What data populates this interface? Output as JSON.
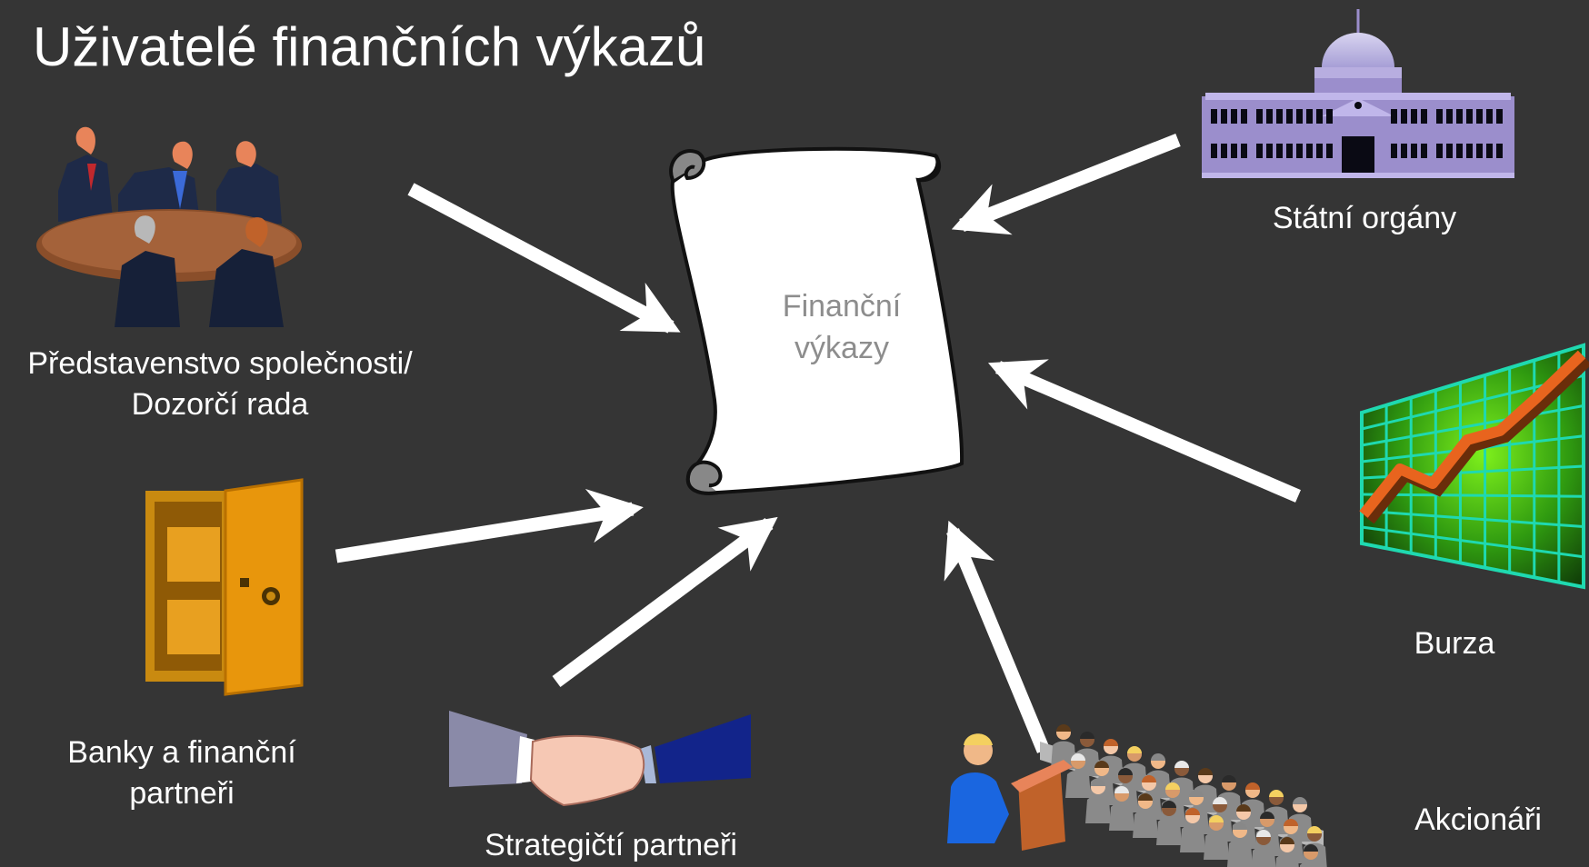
{
  "title": "Uživatelé finančních výkazů",
  "center": {
    "line1": "Finanční",
    "line2": "výkazy"
  },
  "users": {
    "board": {
      "line1": "Představenstvo společnosti/",
      "line2": "Dozorčí rada",
      "icon": "boardroom-meeting-icon"
    },
    "banks": {
      "line1": "Banky a finanční",
      "line2": "partneři",
      "icon": "safe-vault-icon"
    },
    "strategic": {
      "label": "Strategičtí partneři",
      "icon": "handshake-icon"
    },
    "shareholders": {
      "label": "Akcionáři",
      "icon": "audience-meeting-icon"
    },
    "exchange": {
      "label": "Burza",
      "icon": "stock-chart-icon"
    },
    "state": {
      "label": "Státní orgány",
      "icon": "government-building-icon"
    }
  },
  "colors": {
    "background": "#353535",
    "arrow": "#ffffff",
    "safe": "#e8960c",
    "building": "#9b8ecc",
    "chart_grid": "#1fd9b0",
    "chart_line": "#e8641e"
  }
}
